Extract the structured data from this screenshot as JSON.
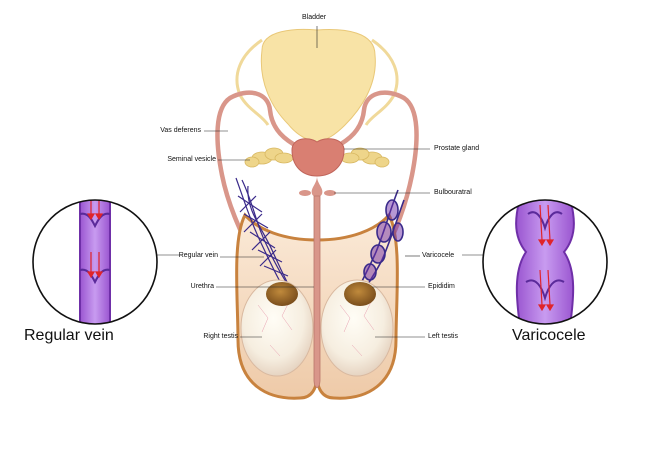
{
  "labels": {
    "bladder": "Bladder",
    "vas_deferens": "Vas  deferens",
    "seminal_vesicle": "Seminal  vesicle",
    "prostate_gland": "Prostate  gland",
    "bulbouratral": "Bulbouratral",
    "regular_vein": "Regular vein",
    "varicocele": "Varicocele",
    "urethra": "Urethra",
    "epididim": "Epididim",
    "right_testis": "Right  testis",
    "left_testis": "Left  testis"
  },
  "insets": {
    "left_caption": "Regular  vein",
    "right_caption": "Varicocele"
  },
  "colors": {
    "bladder": "#f8e3a6",
    "ducts": "#d9968a",
    "prostate": "#d97f72",
    "seminal": "#eed58a",
    "vein": "#a764d9",
    "vein_dark": "#6f2fa8",
    "arrow": "#e0242a",
    "testis": "#f6eee0",
    "epididymis": "#9a6a2c",
    "scrotum": "#c8823e",
    "plexus": "#3a2a8a"
  }
}
